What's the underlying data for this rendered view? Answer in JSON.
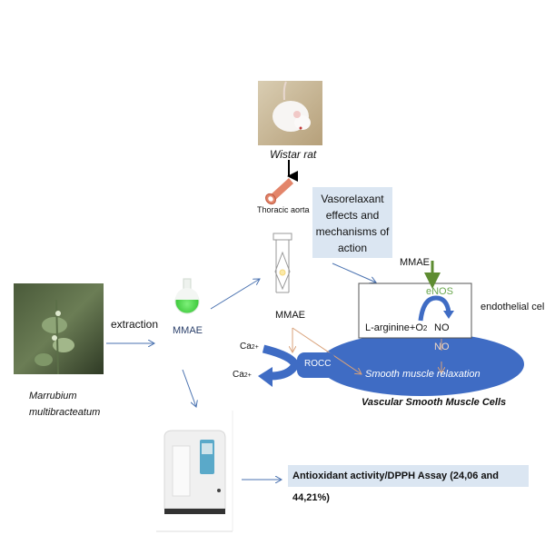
{
  "nodes": {
    "rat": {
      "caption": "Wistar rat",
      "icon": "rat-photo"
    },
    "aorta": {
      "caption": "Thoracic aorta",
      "icon": "aorta-icon"
    },
    "organ_bath": {
      "icon": "organ-bath-icon"
    },
    "vasorelaxant_box": {
      "text": "Vasorelaxant effects and mechanisms of action"
    },
    "plant": {
      "caption_line1": "Marrubium",
      "caption_line2": "multibracteatum",
      "icon": "plant-photo"
    },
    "extraction_label": "extraction",
    "flask": {
      "caption": "MMAE",
      "icon": "flask-icon"
    },
    "endothelial": {
      "mmae_label": "MMAE",
      "enos_label": "eNOS",
      "substrate_label": "L-arginine+O",
      "substrate_sub": "2",
      "product_label": "NO",
      "cell_label": "endothelial cell"
    },
    "smooth_muscle": {
      "mmae_label": "MMAE",
      "no_label": "NO",
      "relaxation_label": "Smooth  muscle relaxation",
      "cell_label": "Vascular Smooth  Muscle Cells",
      "rocc_label": "ROCC",
      "ca_in_label": "Ca",
      "ca_in_sup": "2+",
      "ca_out_label": "Ca",
      "ca_out_sup": "2+"
    },
    "spectro": {
      "icon": "spectrophotometer-photo"
    },
    "antioxidant_box": {
      "text": "Antioxidant activity/DPPH Assay  (24,06 and 44,21%)"
    }
  },
  "colors": {
    "shape_blue": "#3f6cc4",
    "arrow_blue": "#4a72b0",
    "arrow_orange": "#d9a27a",
    "arrow_green": "#5e8c31",
    "enos_green": "#6aa84f",
    "box_fill": "#dbe6f2",
    "flask_liquid": "#4fd84a"
  }
}
